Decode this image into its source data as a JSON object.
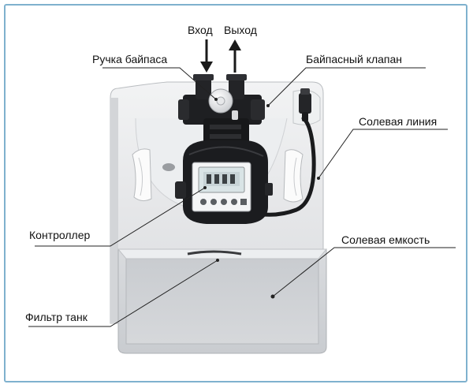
{
  "diagram": {
    "labels": {
      "inlet": "Вход",
      "outlet": "Выход",
      "bypass_handle": "Ручка байпаса",
      "bypass_valve": "Байпасный клапан",
      "brine_line": "Солевая линия",
      "controller": "Контроллер",
      "brine_tank": "Солевая емкость",
      "filter_tank": "Фильтр танк"
    },
    "colors": {
      "frame": "#7fb1ce",
      "cabinet": "#e8e9eb",
      "valve_body": "#1c1d20",
      "leader_line": "#222222"
    }
  }
}
